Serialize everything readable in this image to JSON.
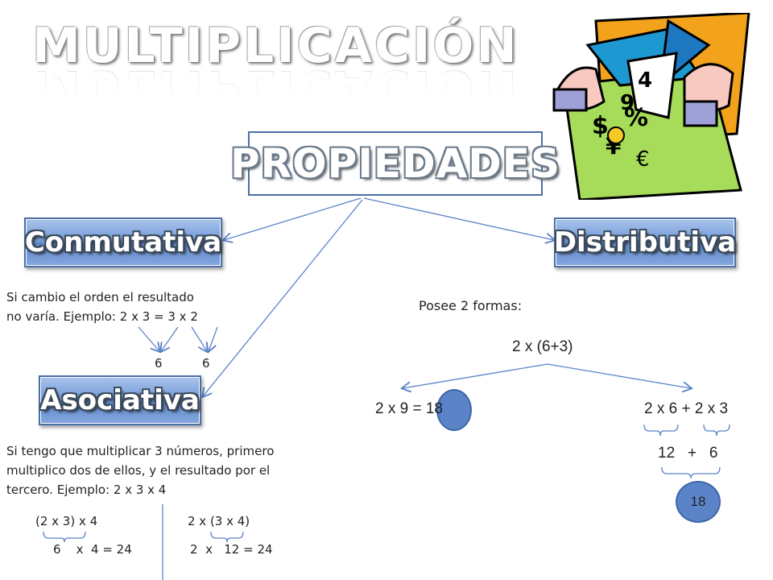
{
  "title": "MULTIPLICACIÓN",
  "center": "PROPIEDADES",
  "conmutativa": {
    "label": "Conmutativa",
    "line1": "Si cambio el orden el resultado",
    "line2": "no varía. Ejemplo: 2 x 3 = 3 x 2",
    "result_left": "6",
    "result_right": "6"
  },
  "asociativa": {
    "label": "Asociativa",
    "line1": "Si tengo que multiplicar 3 números, primero",
    "line2": "multiplico dos de ellos, y el resultado por el",
    "line3": "tercero. Ejemplo: 2 x 3 x 4",
    "example_left": "(2 x 3) x 4",
    "example_right": "2 x (3 x 4)",
    "result_left": "6    x  4 = 24",
    "result_right": "2  x   12 = 24"
  },
  "distributiva": {
    "label": "Distributiva",
    "forms": "Posee 2 formas:",
    "expression": "2 x (6+3)",
    "left_eq": "2 x 9 = 18",
    "right_eq": "2 x 6 + 2 x 3",
    "sum": "12   +   6",
    "total": "18"
  },
  "colors": {
    "pill_blue": "#6f97d6",
    "connector": "#5b84c8",
    "circle": "#5b84c8",
    "box_border": "#4a6fa5"
  }
}
